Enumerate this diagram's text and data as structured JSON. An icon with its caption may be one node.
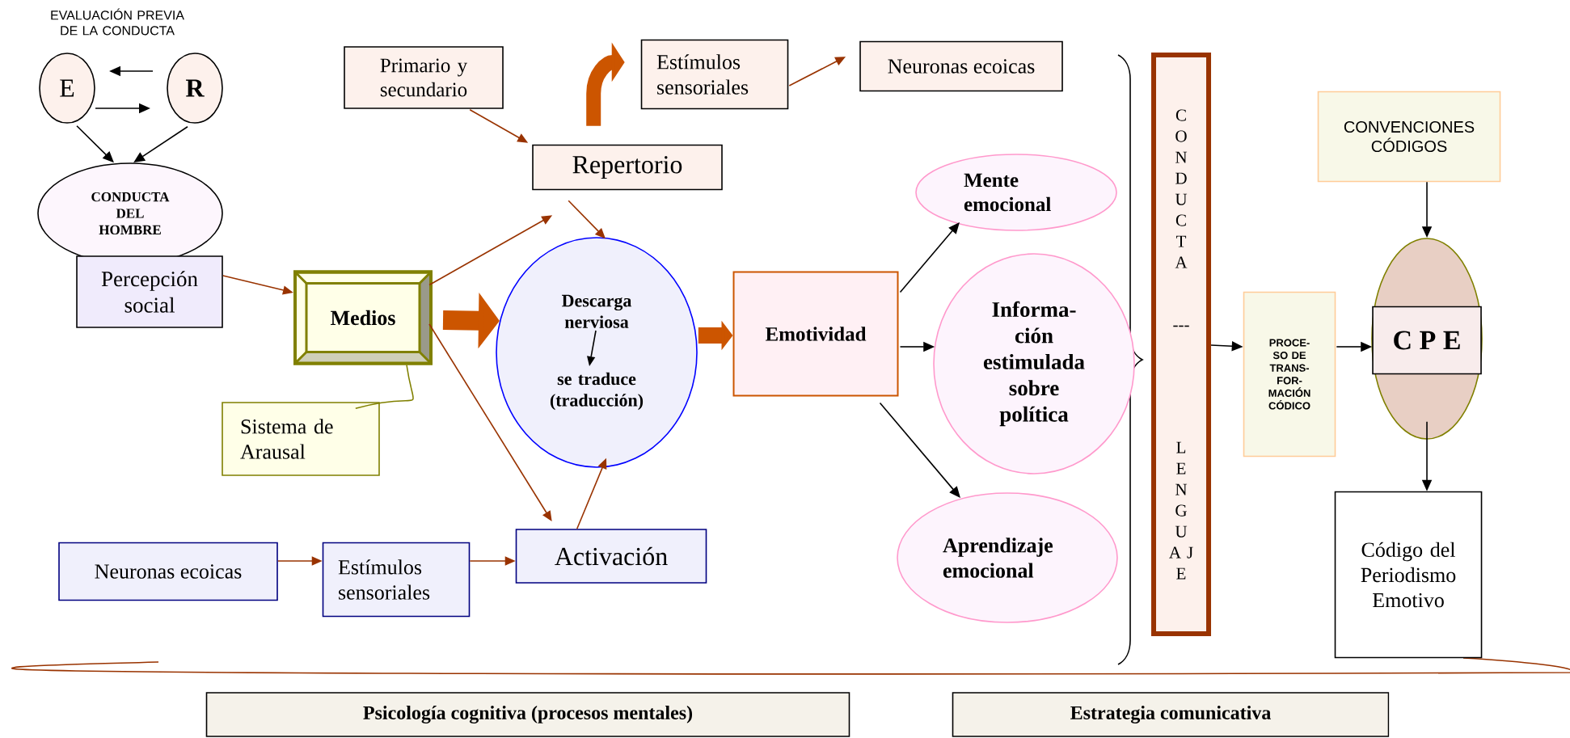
{
  "diagram": {
    "nodes": [
      {
        "text": [
          "E"
        ]
      },
      {
        "text": [
          "R"
        ]
      },
      {
        "text": [
          "CONDUCTA DEL HOMBRE"
        ]
      },
      {
        "text": [
          "Percepción social"
        ]
      },
      {
        "text": [
          "Medios"
        ]
      },
      {
        "text": [
          "Sistema de Arausal"
        ]
      },
      {
        "text": [
          "Primario y secundario"
        ]
      },
      {
        "text": [
          "Estímulos sensoriales"
        ]
      },
      {
        "text": [
          "Neuronas ecoicas"
        ]
      },
      {
        "text": [
          "Repertorio"
        ]
      },
      {
        "text": [
          "Descarga nerviosa",
          "se traduce (traducción)"
        ]
      },
      {
        "text": [
          "Emotividad"
        ]
      },
      {
        "text": [
          "Mente emocional"
        ]
      },
      {
        "text": [
          "Informa- ción estimulada sobre política"
        ]
      },
      {
        "text": [
          "Aprendizaje emocional"
        ]
      },
      {
        "text": [
          "C O N D U C T A",
          "---",
          "L E N G U A J E"
        ]
      },
      {
        "text": [
          "PROCE- SO DE TRANS- FOR- MACIÓN CÓDICO"
        ]
      },
      {
        "text": [
          "CONVENCIONES CÓDIGOS"
        ]
      },
      {
        "text": [],
        "shape": "ellipse"
      },
      {
        "text": [
          "C P E"
        ],
        "in": 18
      },
      {
        "text": [
          "Código del Periodismo Emotivo"
        ]
      },
      {
        "text": [
          "Neuronas ecoicas"
        ]
      },
      {
        "text": [
          "Estímulos sensoriales"
        ]
      },
      {
        "text": [
          "Activación"
        ]
      },
      {
        "text": [
          "Psicología cognitiva (procesos mentales)"
        ]
      },
      {
        "text": [
          "Estrategia comunicativa"
        ]
      }
    ],
    "edges": [
      {
        "from": 1,
        "to": 0,
        "arrow": "to"
      },
      {
        "from": 0,
        "to": 1,
        "arrow": "to"
      },
      {
        "from": 0,
        "to": 2,
        "arrow": "to"
      },
      {
        "from": 1,
        "to": 2,
        "arrow": "to"
      },
      {
        "from": 3,
        "to": 4,
        "arrow": "to",
        "color": "#993300"
      },
      {
        "from": 4,
        "to": 9,
        "arrow": "to",
        "color": "#993300"
      },
      {
        "from": 6,
        "to": 9,
        "arrow": "to",
        "color": "#993300"
      },
      {
        "from": 9,
        "to": 10,
        "arrow": "to",
        "color": "#993300"
      },
      {
        "from": 9,
        "to": 7,
        "arrow": "to",
        "style": "thick",
        "color": "#cc5500"
      },
      {
        "from": 7,
        "to": 8,
        "arrow": "to",
        "color": "#993300"
      },
      {
        "from": 4,
        "to": 10,
        "arrow": "to",
        "style": "thick",
        "color": "#cc5500"
      },
      {
        "from": 10,
        "to": 11,
        "arrow": "to",
        "style": "thick",
        "color": "#cc5500"
      },
      {
        "from": 4,
        "to": 23,
        "arrow": "to",
        "color": "#993300"
      },
      {
        "from": 23,
        "to": 10,
        "arrow": "to",
        "color": "#993300"
      },
      {
        "from": 21,
        "to": 22,
        "arrow": "to",
        "color": "#993300"
      },
      {
        "from": 22,
        "to": 23,
        "arrow": "to",
        "color": "#993300"
      },
      {
        "from": 11,
        "to": 12,
        "arrow": "to"
      },
      {
        "from": 11,
        "to": 13,
        "arrow": "to"
      },
      {
        "from": 11,
        "to": 14,
        "arrow": "to"
      },
      {
        "from": 15,
        "to": 16,
        "arrow": "to"
      },
      {
        "from": 16,
        "to": 19,
        "arrow": "to"
      },
      {
        "from": 17,
        "to": 18,
        "arrow": "to"
      },
      {
        "from": 18,
        "to": 20,
        "arrow": "to"
      },
      {
        "from": 5,
        "to": 4,
        "arrow": "none",
        "color": "#808000"
      }
    ],
    "labels": [
      "EVALUACIÓN PREVIA DE LA CONDUCTA"
    ]
  }
}
